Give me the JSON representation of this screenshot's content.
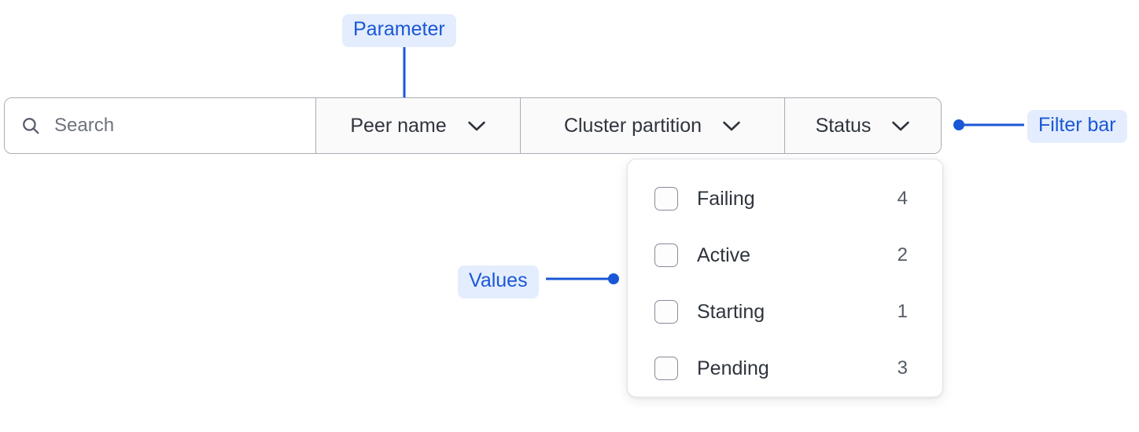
{
  "accent_color": "#1a57d6",
  "chip_background": "#e4edfd",
  "border_color": "#a8acb3",
  "text_color": "#2f343d",
  "filter_bar": {
    "search": {
      "placeholder": "Search",
      "value": "",
      "icon": "search-icon"
    },
    "dropdowns": [
      {
        "label": "Peer name",
        "icon": "chevron-down-icon"
      },
      {
        "label": "Cluster partition",
        "icon": "chevron-down-icon"
      },
      {
        "label": "Status",
        "icon": "chevron-down-icon"
      }
    ]
  },
  "status_dropdown": {
    "options": [
      {
        "label": "Failing",
        "count": "4",
        "checked": false
      },
      {
        "label": "Active",
        "count": "2",
        "checked": false
      },
      {
        "label": "Starting",
        "count": "1",
        "checked": false
      },
      {
        "label": "Pending",
        "count": "3",
        "checked": false
      }
    ]
  },
  "annotations": [
    {
      "label": "Parameter"
    },
    {
      "label": "Values"
    },
    {
      "label": "Filter bar"
    }
  ]
}
